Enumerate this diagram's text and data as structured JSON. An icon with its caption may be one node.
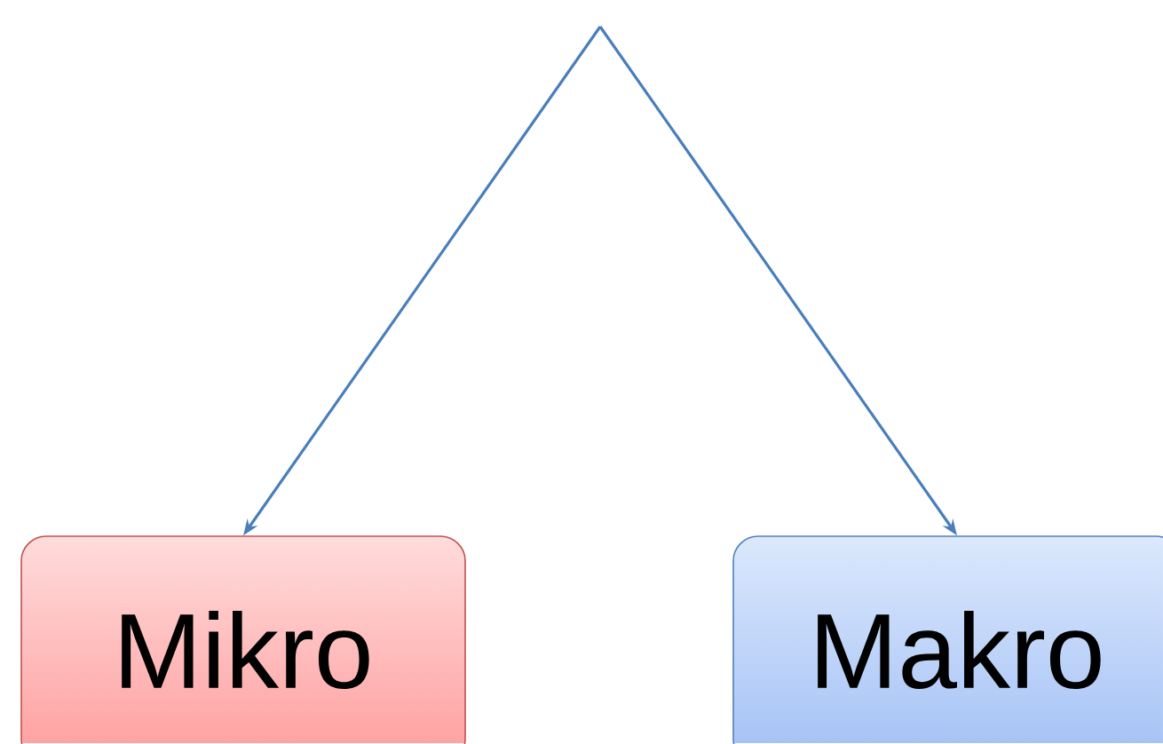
{
  "diagram": {
    "nodes": [
      {
        "text": [
          "Mikro"
        ]
      },
      {
        "text": [
          "Makro"
        ]
      }
    ],
    "edges": [
      {
        "from": null,
        "to": 0,
        "arrow": "to"
      },
      {
        "from": null,
        "to": 1,
        "arrow": "to"
      }
    ]
  }
}
